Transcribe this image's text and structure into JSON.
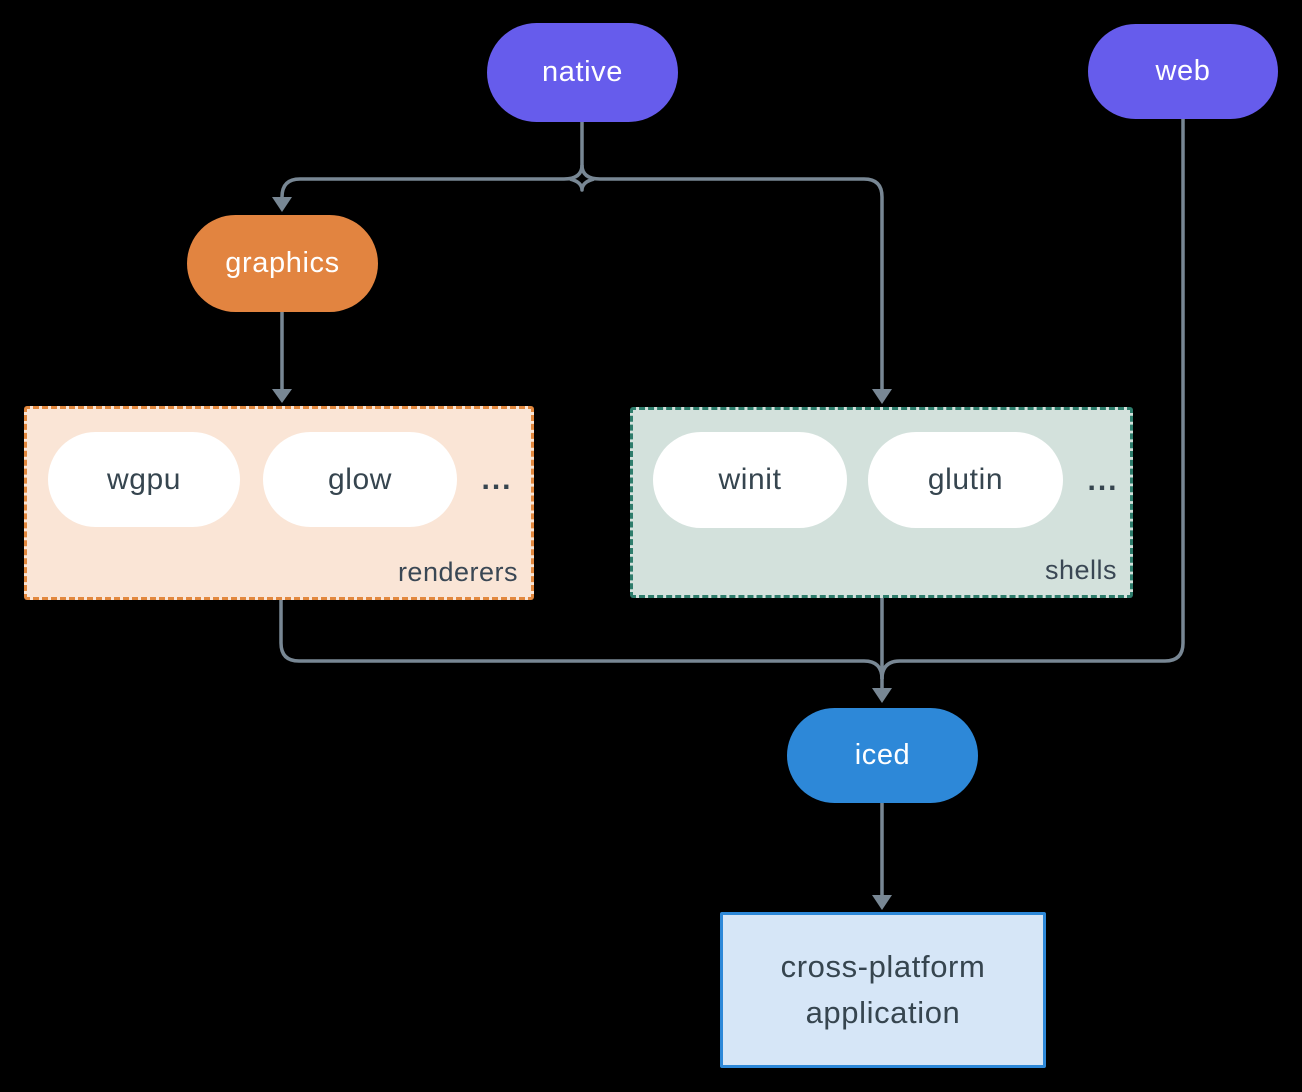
{
  "diagram": {
    "background_color": "#000000",
    "connector_color": "#788794",
    "nodes": {
      "native": {
        "label": "native",
        "fill": "#665CEC",
        "text_color": "#FFFFFF"
      },
      "web": {
        "label": "web",
        "fill": "#665CEC",
        "text_color": "#FFFFFF"
      },
      "graphics": {
        "label": "graphics",
        "fill": "#E28440",
        "text_color": "#FFFFFF"
      },
      "iced": {
        "label": "iced",
        "fill": "#2D88D8",
        "text_color": "#FFFFFF"
      },
      "application": {
        "line1": "cross-platform",
        "line2": "application",
        "fill": "#D6E6F7",
        "border_color": "#2D88D8",
        "text_color": "#36454F"
      }
    },
    "groups": {
      "renderers": {
        "label": "renderers",
        "fill": "#FAE5D6",
        "border_color": "#E2883E",
        "items": [
          {
            "label": "wgpu"
          },
          {
            "label": "glow"
          }
        ],
        "ellipsis": "...",
        "item_text_color": "#36454F"
      },
      "shells": {
        "label": "shells",
        "fill": "#D3E1DC",
        "border_color": "#2E7D6C",
        "items": [
          {
            "label": "winit"
          },
          {
            "label": "glutin"
          }
        ],
        "ellipsis": "...",
        "item_text_color": "#36454F"
      }
    },
    "edges": [
      "native -> graphics",
      "native -> shells",
      "graphics -> renderers",
      "renderers -> iced",
      "shells -> iced",
      "web -> iced",
      "iced -> application"
    ]
  }
}
